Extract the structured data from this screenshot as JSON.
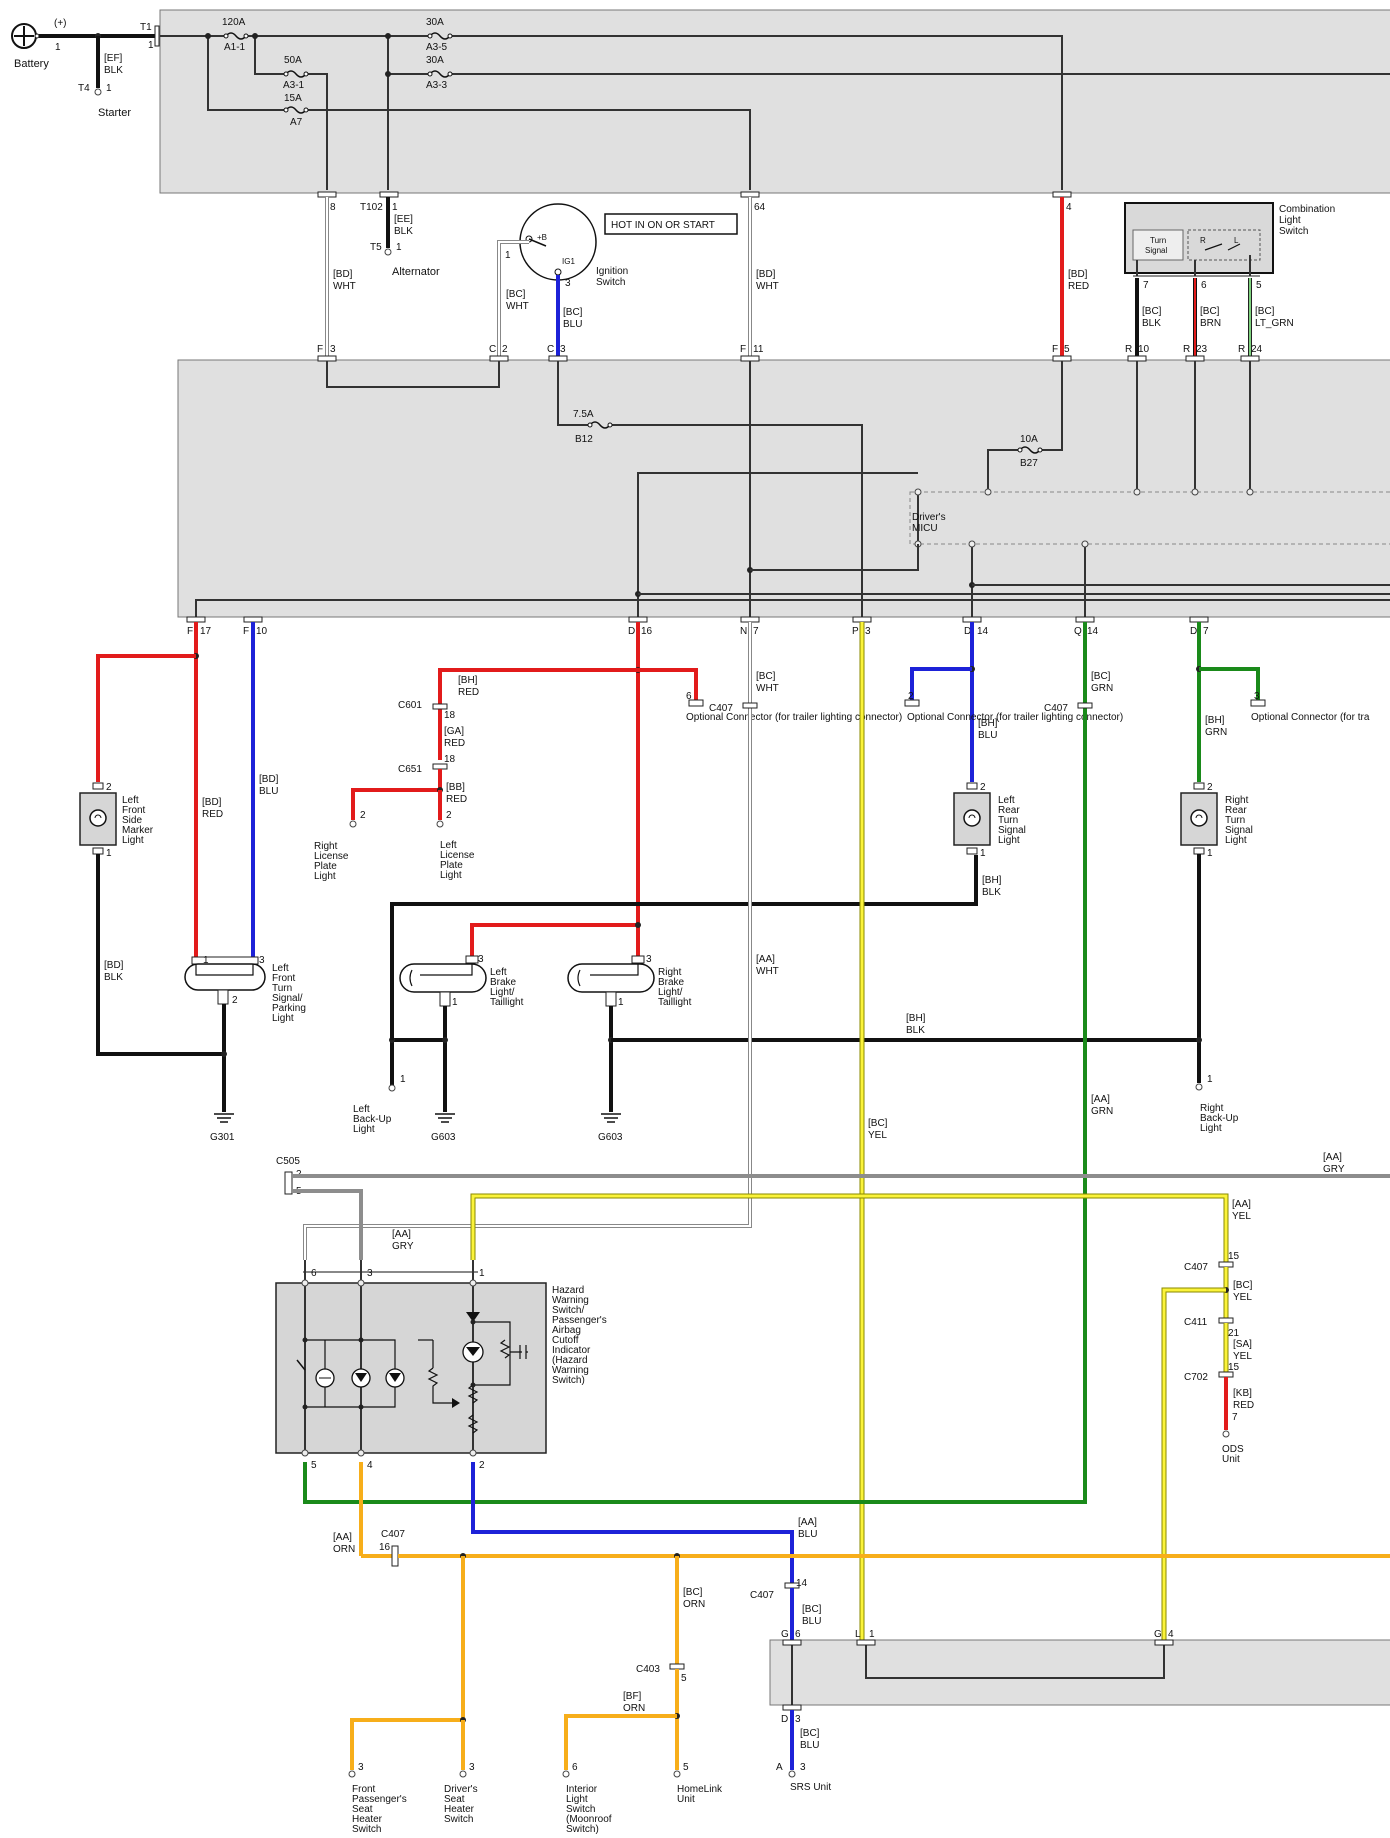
{
  "battery": {
    "name": "Battery",
    "plus": "(+)",
    "pin": "1"
  },
  "main_terminal": {
    "id": "T1",
    "pin": "1"
  },
  "starter": {
    "terminal": "T4",
    "pin": "1",
    "wire_code": "[EF]",
    "wire_color": "BLK",
    "name": "Starter"
  },
  "alternator": {
    "connector": "T102",
    "pin": "1",
    "terminal": "T5",
    "tpin": "1",
    "wire_code": "[EE]",
    "wire_color": "BLK",
    "name": "Alternator"
  },
  "fuses": [
    {
      "amps": "120A",
      "id": "A1-1"
    },
    {
      "amps": "30A",
      "id": "A3-5"
    },
    {
      "amps": "50A",
      "id": "A3-1"
    },
    {
      "amps": "30A",
      "id": "A3-3"
    },
    {
      "amps": "15A",
      "id": "A7"
    },
    {
      "amps": "7.5A",
      "id": "B12"
    },
    {
      "amps": "10A",
      "id": "B27"
    }
  ],
  "underhood_pins": {
    "p8": "8",
    "p64": "64",
    "p4": "4"
  },
  "ignition": {
    "name1": "Ignition",
    "name2": "Switch",
    "b": "+B",
    "ig": "IG1",
    "pin1": "1",
    "pin3": "3",
    "note": "HOT IN ON OR START",
    "w1_code": "[BC]",
    "w1_color": "WHT",
    "w3_code": "[BC]",
    "w3_color": "BLU"
  },
  "upper_wires": [
    {
      "code": "[BD]",
      "color": "WHT"
    },
    {
      "code": "[BD]",
      "color": "WHT"
    },
    {
      "code": "[BD]",
      "color": "RED"
    }
  ],
  "combo_switch": {
    "name1": "Combination",
    "name2": "Light",
    "name3": "Switch",
    "inner1": "Turn",
    "inner2": "Signal",
    "r": "R",
    "l": "L",
    "pin7": "7",
    "pin6": "6",
    "pin5": "5",
    "w7_code": "[BC]",
    "w7_color": "BLK",
    "w6_code": "[BC]",
    "w6_color": "BRN",
    "w5_code": "[BC]",
    "w5_color": "LT_GRN"
  },
  "fuse_box_top": [
    {
      "c": "F",
      "p": "3"
    },
    {
      "c": "C",
      "p": "2"
    },
    {
      "c": "C",
      "p": "3"
    },
    {
      "c": "F",
      "p": "11"
    },
    {
      "c": "F",
      "p": "5"
    },
    {
      "c": "R",
      "p": "10"
    },
    {
      "c": "R",
      "p": "23"
    },
    {
      "c": "R",
      "p": "24"
    }
  ],
  "micu": {
    "line1": "Driver's",
    "line2": "MICU"
  },
  "fuse_box_bottom": [
    {
      "c": "F",
      "p": "17"
    },
    {
      "c": "F",
      "p": "10"
    },
    {
      "c": "D",
      "p": "16"
    },
    {
      "c": "N",
      "p": "7"
    },
    {
      "c": "P",
      "p": "3"
    },
    {
      "c": "D",
      "p": "14"
    },
    {
      "c": "Q",
      "p": "14"
    },
    {
      "c": "D",
      "p": "7"
    }
  ],
  "wire_labels": {
    "bd_red": {
      "code": "[BD]",
      "color": "RED"
    },
    "bd_blu": {
      "code": "[BD]",
      "color": "BLU"
    },
    "bd_blk": {
      "code": "[BD]",
      "color": "BLK"
    },
    "bh_red": {
      "code": "[BH]",
      "color": "RED"
    },
    "ga_red": {
      "code": "[GA]",
      "color": "RED"
    },
    "bb_red": {
      "code": "[BB]",
      "color": "RED"
    },
    "bc_wht": {
      "code": "[BC]",
      "color": "WHT"
    },
    "bh_blu": {
      "code": "[BH]",
      "color": "BLU"
    },
    "bc_grn": {
      "code": "[BC]",
      "color": "GRN"
    },
    "bh_grn": {
      "code": "[BH]",
      "color": "GRN"
    },
    "bh_blk1": {
      "code": "[BH]",
      "color": "BLK"
    },
    "bh_blk2": {
      "code": "[BH]",
      "color": "BLK"
    },
    "aa_wht": {
      "code": "[AA]",
      "color": "WHT"
    },
    "bc_yel": {
      "code": "[BC]",
      "color": "YEL"
    },
    "aa_grn": {
      "code": "[AA]",
      "color": "GRN"
    },
    "aa_gry1": {
      "code": "[AA]",
      "color": "GRY"
    },
    "aa_gry2": {
      "code": "[AA]",
      "color": "GRY"
    },
    "aa_yel": {
      "code": "[AA]",
      "color": "YEL"
    },
    "bc_yel2": {
      "code": "[BC]",
      "color": "YEL"
    },
    "sa_yel": {
      "code": "[SA]",
      "color": "YEL"
    },
    "kb_red": {
      "code": "[KB]",
      "color": "RED"
    },
    "aa_blu": {
      "code": "[AA]",
      "color": "BLU"
    },
    "aa_orn": {
      "code": "[AA]",
      "color": "ORN"
    },
    "bc_orn": {
      "code": "[BC]",
      "color": "ORN"
    },
    "bf_orn": {
      "code": "[BF]",
      "color": "ORN"
    },
    "bc_blu1": {
      "code": "[BC]",
      "color": "BLU"
    },
    "bc_blu2": {
      "code": "[BC]",
      "color": "BLU"
    }
  },
  "connectors": {
    "c601": {
      "id": "C601",
      "pin": "18"
    },
    "c651": {
      "id": "C651",
      "pin": "18"
    },
    "c407_a": {
      "id": "C407",
      "pin": "6"
    },
    "c407_b": {
      "id": "C407",
      "pin": "2"
    },
    "c407_c": {
      "id": "C407",
      "pin": "3"
    },
    "c407_d": {
      "id": "C407",
      "pin": "15"
    },
    "c407_e": {
      "id": "C407",
      "pin": "16"
    },
    "c407_f": {
      "id": "C407",
      "pin": "14"
    },
    "c505": {
      "id": "C505",
      "pin2": "2",
      "pin5": "5"
    },
    "c411": {
      "id": "C411",
      "pin": "21"
    },
    "c702": {
      "id": "C702",
      "pin": "15"
    },
    "c403": {
      "id": "C403",
      "pin": "5"
    }
  },
  "optional_connectors": [
    {
      "pin": "6",
      "text": "Optional Connector (for trailer lighting connector)"
    },
    {
      "pin": "2",
      "text": "Optional Connector (for trailer lighting connector)"
    },
    {
      "pin": "3",
      "text": "Optional Connector (for tra"
    }
  ],
  "lights": {
    "lf_marker": {
      "lines": [
        "Left",
        "Front",
        "Side",
        "Marker",
        "Light"
      ],
      "p_top": "2",
      "p_bot": "1"
    },
    "lf_turn": {
      "lines": [
        "Left",
        "Front",
        "Turn",
        "Signal/",
        "Parking",
        "Light"
      ],
      "p1": "1",
      "p3": "3",
      "p2": "2"
    },
    "r_license": {
      "lines": [
        "Right",
        "License",
        "Plate",
        "Light"
      ],
      "pin": "2"
    },
    "l_license": {
      "lines": [
        "Left",
        "License",
        "Plate",
        "Light"
      ],
      "pin": "2"
    },
    "lr_turn": {
      "lines": [
        "Left",
        "Rear",
        "Turn",
        "Signal",
        "Light"
      ],
      "p_top": "2",
      "p_bot": "1"
    },
    "rr_turn": {
      "lines": [
        "Right",
        "Rear",
        "Turn",
        "Signal",
        "Light"
      ],
      "p_top": "2",
      "p_bot": "1"
    },
    "l_brake": {
      "lines": [
        "Left",
        "Brake",
        "Light/",
        "Taillight"
      ],
      "p_top": "3",
      "p_bot": "1"
    },
    "r_brake": {
      "lines": [
        "Right",
        "Brake",
        "Light/",
        "Taillight"
      ],
      "p_top": "3",
      "p_bot": "1"
    },
    "l_backup": {
      "lines": [
        "Left",
        "Back-Up",
        "Light"
      ],
      "pin": "1"
    },
    "r_backup": {
      "lines": [
        "Right",
        "Back-Up",
        "Light"
      ],
      "pin": "1"
    }
  },
  "grounds": [
    "G301",
    "G603",
    "G603"
  ],
  "hazard": {
    "lines": [
      "Hazard",
      "Warning",
      "Switch/",
      "Passenger's",
      "Airbag",
      "Cutoff",
      "Indicator",
      "(Hazard",
      "Warning",
      "Switch)"
    ],
    "p6": "6",
    "p3": "3",
    "p1": "1",
    "p5": "5",
    "p4": "4",
    "p2": "2"
  },
  "ods": {
    "lines": [
      "ODS",
      "Unit"
    ],
    "pin": "7"
  },
  "lower_box": {
    "g6": {
      "c": "G",
      "p": "6"
    },
    "l1": {
      "c": "L",
      "p": "1"
    },
    "g4": {
      "c": "G",
      "p": "4"
    },
    "d3": {
      "c": "D",
      "p": "3"
    }
  },
  "srs": {
    "name": "SRS Unit",
    "c": "A",
    "pin": "3"
  },
  "bottom_devices": [
    {
      "lines": [
        "Front",
        "Passenger's",
        "Seat",
        "Heater",
        "Switch"
      ],
      "pin": "3"
    },
    {
      "lines": [
        "Driver's",
        "Seat",
        "Heater",
        "Switch"
      ],
      "pin": "3"
    },
    {
      "lines": [
        "Interior",
        "Light",
        "Switch",
        "(Moonroof",
        "Switch)"
      ],
      "pin": "6"
    },
    {
      "lines": [
        "HomeLink",
        "Unit"
      ],
      "pin": "5"
    }
  ]
}
